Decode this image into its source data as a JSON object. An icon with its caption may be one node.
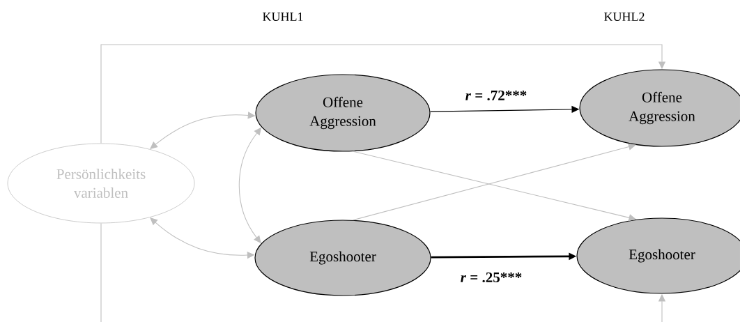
{
  "diagram": {
    "nodes": [
      {
        "text": [
          "Persönlichkeits variablen"
        ]
      },
      {
        "text": [
          "Offene Aggression"
        ]
      },
      {
        "text": [
          "Egoshooter"
        ]
      },
      {
        "text": [
          "Offene Aggression"
        ]
      },
      {
        "text": [
          "Egoshooter"
        ]
      }
    ],
    "edges": [
      {
        "from": 0,
        "to": 3,
        "arrow": "to",
        "color": "#bfbfbf"
      },
      {
        "from": 0,
        "to": null,
        "arrow": "none",
        "color": "#bfbfbf"
      },
      {
        "from": null,
        "to": 4,
        "arrow": "to",
        "color": "#bfbfbf"
      },
      {
        "from": 0,
        "to": 1,
        "arrow": "both",
        "color": "#bfbfbf"
      },
      {
        "from": 0,
        "to": 2,
        "arrow": "both",
        "color": "#bfbfbf"
      },
      {
        "from": 1,
        "to": 2,
        "arrow": "both",
        "color": "#bfbfbf"
      },
      {
        "from": 1,
        "to": 3,
        "arrow": "to",
        "label": "*r* = .72***",
        "color": "#000000"
      },
      {
        "from": 2,
        "to": 4,
        "arrow": "to",
        "label": "*r* = .25***",
        "style": "thick",
        "color": "#000000"
      },
      {
        "from": 1,
        "to": 4,
        "arrow": "to",
        "color": "#bfbfbf"
      },
      {
        "from": 2,
        "to": 3,
        "arrow": "to",
        "color": "#bfbfbf"
      }
    ],
    "labels": [
      "KUHL1",
      "KUHL2"
    ]
  }
}
